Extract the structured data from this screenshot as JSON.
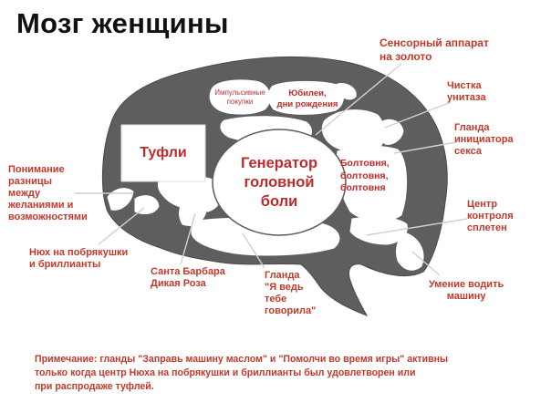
{
  "title": "Мозг женщины",
  "regions": {
    "shoes": "Туфли",
    "generator": "Генератор\nголовной\nболи",
    "impulse": "Импульсивные\nпокупки",
    "jubilee": "Юбилеи,\nдни рождения",
    "chatter": "Болтовня,\nболтовня,\nболтовня"
  },
  "labels": {
    "sensory": "Сенсорный аппарат\nна золото",
    "toilet": "Чистка\nунитаза",
    "sex_gland": "Гланда\nинициатора\nсекса",
    "gossip": "Центр\nконтроля\nсплетен",
    "driving": "Умение водить\nмашину",
    "understanding": "Понимание\nразницы\nмежду\nжеланиями и\nвозможностями",
    "jewelry": "Нюх на побрякушки\nи бриллианты",
    "santa": "Санта Барбара\nДикая Роза",
    "told_you": "Гланда\n\"Я ведь\nтебе\nговорила\""
  },
  "note": "Примечание: гланды \"Заправь машину маслом\" и \"Помолчи во время игры\" активны\nтолько когда центр Нюха на побрякушки и бриллианты был удовлетворен или\nпри распродаже туфлей.",
  "colors": {
    "brain_fill": "#5e5e5e",
    "region_fill": "#ffffff",
    "label_red": "#c0392b",
    "title": "#111111"
  }
}
